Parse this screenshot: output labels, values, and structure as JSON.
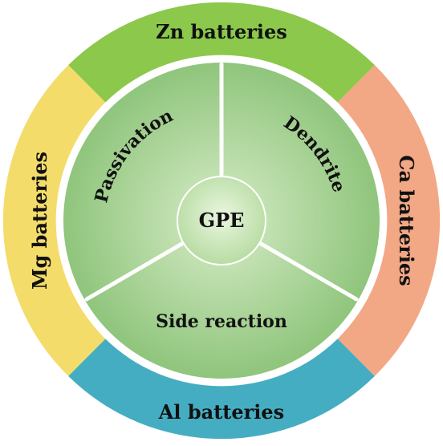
{
  "center": {
    "label": "GPE"
  },
  "challenges": [
    {
      "label": "Passivation"
    },
    {
      "label": "Dendrite"
    },
    {
      "label": "Side reaction"
    }
  ],
  "batteries": [
    {
      "label": "Zn batteries",
      "color": "#8cc84b"
    },
    {
      "label": "Ca batteries",
      "color": "#f2a885"
    },
    {
      "label": "Al batteries",
      "color": "#45adc2"
    },
    {
      "label": "Mg batteries",
      "color": "#f4dc6b"
    }
  ],
  "colors": {
    "inner_disk_light": "#d7ecc7",
    "inner_disk_dark": "#8fc57c",
    "divider": "#ffffff",
    "background": "#ffffff"
  }
}
